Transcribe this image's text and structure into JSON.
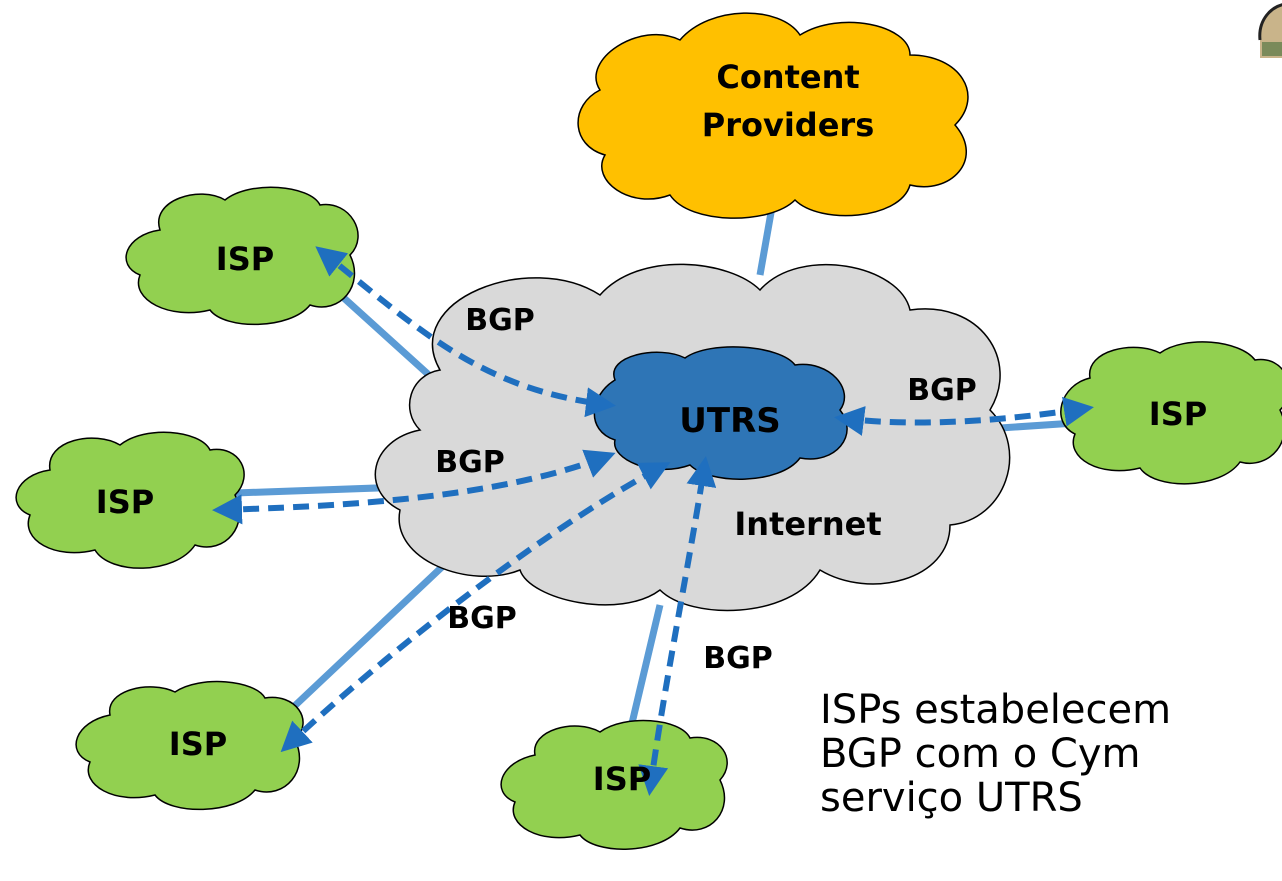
{
  "nodes": {
    "content_providers": {
      "line1": "Content",
      "line2": "Providers"
    },
    "internet": "Internet",
    "utrs": "UTRS",
    "isp_label": "ISP"
  },
  "links": {
    "bgp_label": "BGP"
  },
  "caption": {
    "line1": "ISPs estabelecem",
    "line2": "BGP com o Cym",
    "line3": "serviço UTRS"
  },
  "colors": {
    "isp_fill": "#92d050",
    "content_fill": "#ffc000",
    "internet_fill": "#d9d9d9",
    "utrs_fill": "#2e75b6",
    "link_solid": "#5b9bd5",
    "link_dashed": "#1f6fbf"
  }
}
